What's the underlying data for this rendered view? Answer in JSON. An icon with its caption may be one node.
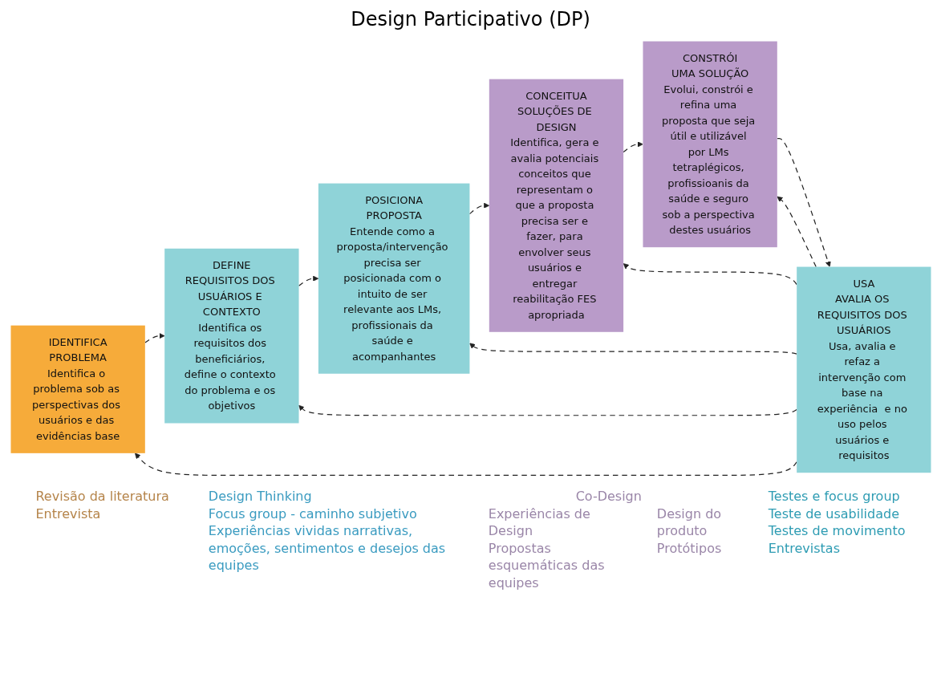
{
  "diagram": {
    "title": "Design Participativo (DP)",
    "nodes": [
      {
        "text": [
          "IDENTIFICA",
          "PROBLEMA",
          "Identifica o problema sob as perspectivas dos usuários e das evidências base"
        ]
      },
      {
        "text": [
          "DEFINE",
          "REQUISITOS DOS USUÁRIOS E CONTEXTO",
          "Identifica os requisitos dos beneficiários, define o contexto do problema e os objetivos"
        ]
      },
      {
        "text": [
          "POSICIONA",
          "PROPOSTA",
          "Entende como a proposta/intervenção precisa ser posicionada com o intuito de ser relevante aos LMs, profissionais da saúde e acompanhantes"
        ]
      },
      {
        "text": [
          "CONCEITUA",
          "SOLUÇÕES DE DESIGN",
          "Identifica, gera e avalia potenciais conceitos que representam o que a proposta precisa ser e fazer, para envolver seus usuários e entregar reabilitação FES apropriada"
        ]
      },
      {
        "text": [
          "CONSTRÓI",
          "UMA SOLUÇÃO",
          "Evolui, constrói e refina uma proposta que seja útil e utilizável por LMs tetraplégicos, profissioanis da saúde e seguro sob a perspectiva destes usuários"
        ]
      },
      {
        "text": [
          "USA",
          "AVALIA OS REQUISITOS DOS USUÁRIOS",
          "Usa, avalia e refaz a intervenção com base na experiência  e no uso pelos usuários e requisitos"
        ]
      }
    ],
    "edges": [
      {
        "from": 0,
        "to": 1,
        "arrow": "to",
        "style": "dashed"
      },
      {
        "from": 1,
        "to": 2,
        "arrow": "to",
        "style": "dashed"
      },
      {
        "from": 2,
        "to": 3,
        "arrow": "to",
        "style": "dashed"
      },
      {
        "from": 3,
        "to": 4,
        "arrow": "to",
        "style": "dashed"
      },
      {
        "from": 4,
        "to": 5,
        "arrow": "to",
        "style": "dashed"
      },
      {
        "from": 5,
        "to": 0,
        "arrow": "to",
        "style": "dashed"
      },
      {
        "from": 5,
        "to": 1,
        "arrow": "to",
        "style": "dashed"
      },
      {
        "from": 5,
        "to": 2,
        "arrow": "to",
        "style": "dashed"
      },
      {
        "from": 5,
        "to": 3,
        "arrow": "to",
        "style": "dashed"
      },
      {
        "from": 5,
        "to": 4,
        "arrow": "to",
        "style": "dashed"
      }
    ],
    "labels": [
      "Revisão da literatura",
      "Entrevista",
      "Design Thinking",
      "Focus group - caminho subjetivo",
      "Experiências vividas  narrativas, emoções, sentimentos e desejos das equipes",
      "Co-Design",
      "Experiências de Design",
      "Propostas esquemáticas das equipes",
      "Design do produto",
      "Protótipos",
      "Testes e focus group",
      "Teste de usabilidade",
      "Testes de movimento",
      "Entrevistas"
    ]
  }
}
